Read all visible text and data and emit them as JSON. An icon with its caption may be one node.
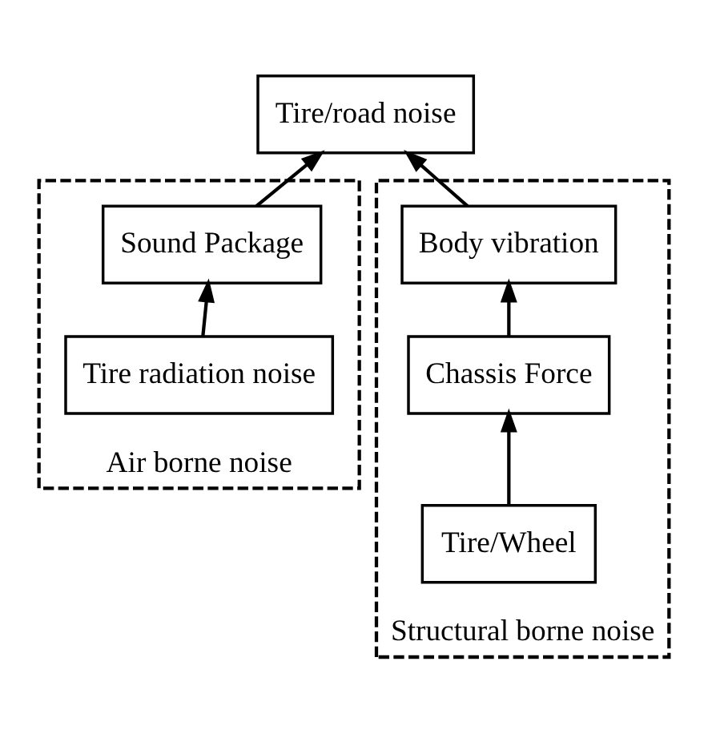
{
  "diagram": {
    "nodes": [
      {
        "text": [
          "Tire/road noise"
        ]
      },
      {
        "text": [
          "Air borne noise"
        ]
      },
      {
        "text": [
          "Sound Package"
        ],
        "in": 1
      },
      {
        "text": [
          "Tire radiation noise"
        ],
        "in": 1
      },
      {
        "text": [
          "Structural borne noise"
        ]
      },
      {
        "text": [
          "Body vibration"
        ],
        "in": 4
      },
      {
        "text": [
          "Chassis Force"
        ],
        "in": 4
      },
      {
        "text": [
          "Tire/Wheel"
        ],
        "in": 4
      }
    ],
    "edges": [
      {
        "from": 3,
        "to": 2,
        "arrow": "to"
      },
      {
        "from": 7,
        "to": 6,
        "arrow": "to"
      },
      {
        "from": 6,
        "to": 5,
        "arrow": "to"
      },
      {
        "from": 2,
        "to": 0,
        "arrow": "to"
      },
      {
        "from": 5,
        "to": 0,
        "arrow": "to"
      }
    ]
  }
}
